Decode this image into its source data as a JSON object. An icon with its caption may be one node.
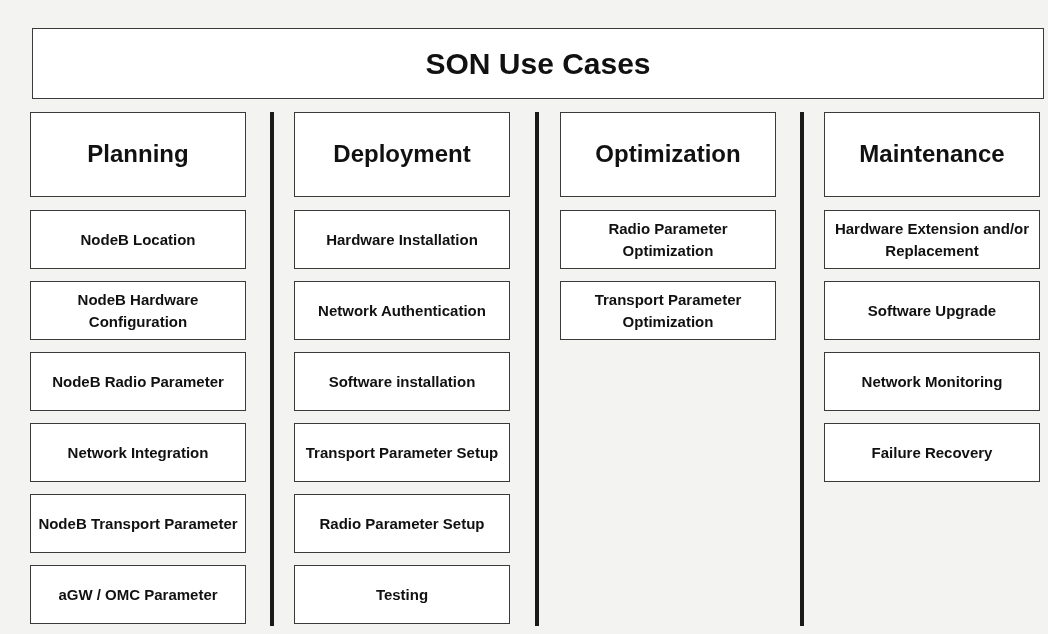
{
  "diagram": {
    "nodes": [
      {
        "text": [
          "SON Use Cases"
        ]
      },
      {
        "text": [
          "Planning"
        ]
      },
      {
        "text": [
          "NodeB Location"
        ]
      },
      {
        "text": [
          "NodeB Hardware Configuration"
        ]
      },
      {
        "text": [
          "NodeB Radio Parameter"
        ]
      },
      {
        "text": [
          "Network Integration"
        ]
      },
      {
        "text": [
          "NodeB Transport Parameter"
        ]
      },
      {
        "text": [
          "aGW / OMC Parameter"
        ]
      },
      {
        "text": [
          "Deployment"
        ]
      },
      {
        "text": [
          "Hardware Installation"
        ]
      },
      {
        "text": [
          "Network Authentication"
        ]
      },
      {
        "text": [
          "Software installation"
        ]
      },
      {
        "text": [
          "Transport Parameter Setup"
        ]
      },
      {
        "text": [
          "Radio Parameter Setup"
        ]
      },
      {
        "text": [
          "Testing"
        ]
      },
      {
        "text": [
          "Optimization"
        ]
      },
      {
        "text": [
          "Radio Parameter Optimization"
        ]
      },
      {
        "text": [
          "Transport Parameter Optimization"
        ]
      },
      {
        "text": [
          "Maintenance"
        ]
      },
      {
        "text": [
          "Hardware Extension and/or Replacement"
        ]
      },
      {
        "text": [
          "Software Upgrade"
        ]
      },
      {
        "text": [
          "Network Monitoring"
        ]
      },
      {
        "text": [
          "Failure Recovery"
        ]
      }
    ]
  }
}
